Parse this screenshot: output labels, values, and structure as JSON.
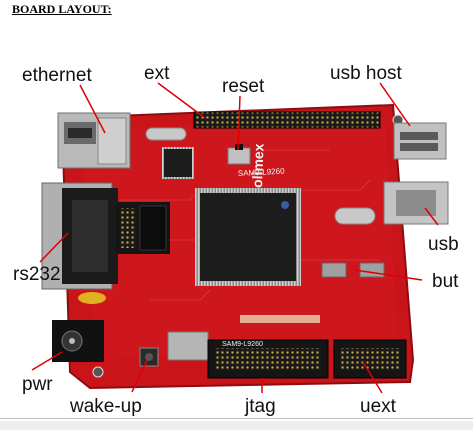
{
  "heading": "BOARD LAYOUT:",
  "board": {
    "silkscreen_name": "SAM9-L9260",
    "brand": "olimex",
    "connector_label_jtag": "SAM9-L9260",
    "colors": {
      "pcb": "#c9141a",
      "pcb_dark": "#8e0c10",
      "chip": "#1c1c1c",
      "metal": "#b9b9b9",
      "header": "#151515"
    }
  },
  "labels": {
    "ethernet": "ethernet",
    "ext": "ext",
    "reset": "reset",
    "usb_host": "usb host",
    "usb": "usb",
    "but": "but",
    "rs232": "rs232",
    "pwr": "pwr",
    "wake_up": "wake-up",
    "jtag": "jtag",
    "uext": "uext"
  }
}
